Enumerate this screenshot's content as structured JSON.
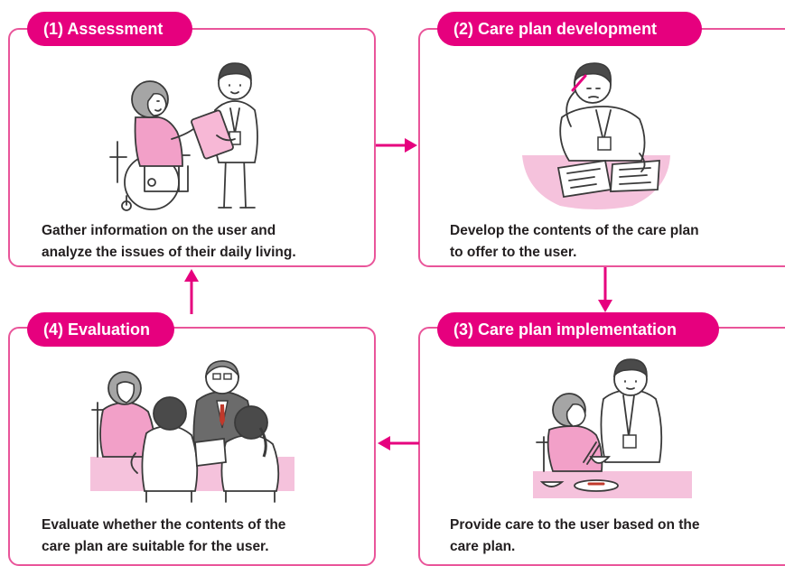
{
  "colors": {
    "accent": "#e6007e",
    "border": "#e9559a",
    "text": "#231f20",
    "tint": "#f5c2dc"
  },
  "steps": [
    {
      "title": "(1) Assessment",
      "description_line1": "Gather information on the user and",
      "description_line2": "analyze the issues of their daily living.",
      "illustration": "caregiver-interviewing-user-in-wheelchair"
    },
    {
      "title": "(2) Care plan development",
      "description_line1": "Develop the contents of the care plan",
      "description_line2": "to offer to the user.",
      "illustration": "caregiver-writing-plan-at-desk"
    },
    {
      "title": "(3) Care plan implementation",
      "description_line1": "Provide care to the user based on the",
      "description_line2": "care plan.",
      "illustration": "caregiver-assisting-user-with-meal"
    },
    {
      "title": "(4) Evaluation",
      "description_line1": "Evaluate whether the contents of the",
      "description_line2": "care plan are suitable for the user.",
      "illustration": "team-meeting-around-table"
    }
  ],
  "arrows": [
    {
      "from": "(1) Assessment",
      "to": "(2) Care plan development",
      "direction": "right"
    },
    {
      "from": "(2) Care plan development",
      "to": "(3) Care plan implementation",
      "direction": "down"
    },
    {
      "from": "(3) Care plan implementation",
      "to": "(4) Evaluation",
      "direction": "left"
    },
    {
      "from": "(4) Evaluation",
      "to": "(1) Assessment",
      "direction": "up"
    }
  ]
}
